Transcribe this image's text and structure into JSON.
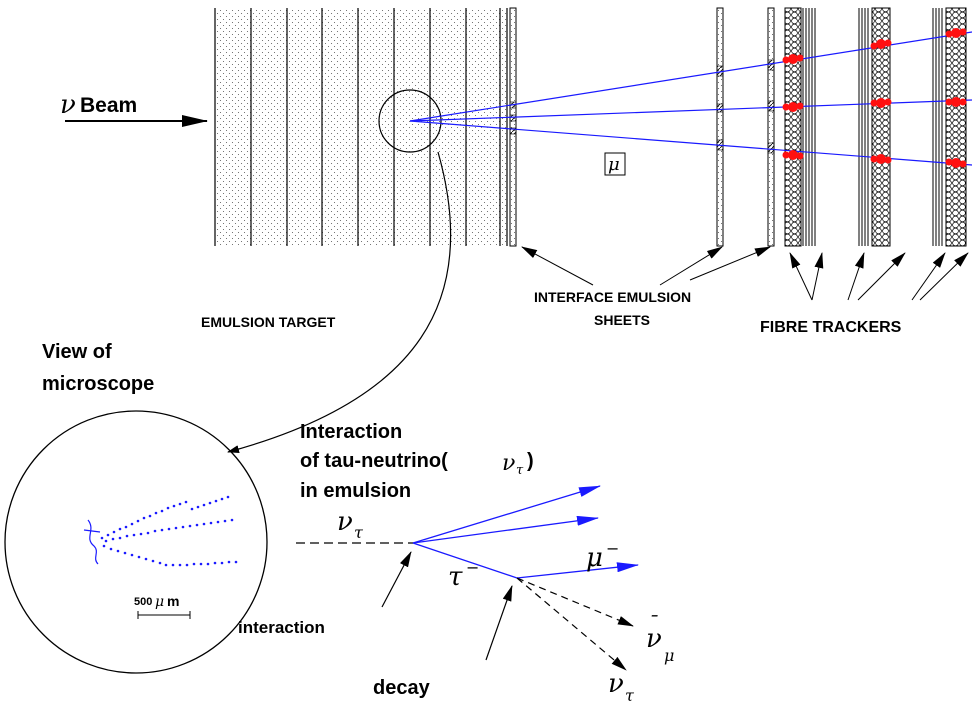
{
  "beam": {
    "symbol": "ν",
    "word": "Beam"
  },
  "muon_box": "μ",
  "labels": {
    "emulsion_target": "EMULSION TARGET",
    "interface_line1": "INTERFACE EMULSION",
    "interface_line2": "SHEETS",
    "fibre_trackers": "FIBRE TRACKERS",
    "view_line1": "View of",
    "view_line2": "microscope",
    "interaction_title_line1": "Interaction",
    "interaction_title_line2_prefix": "of tau-neutrino(",
    "interaction_title_nu": "ν",
    "interaction_title_sub": "τ",
    "interaction_title_close": ")",
    "interaction_title_line3": "in emulsion",
    "interaction": "interaction",
    "decay": "decay",
    "scale_num": "500",
    "scale_mu": "μ",
    "scale_unit": "m"
  },
  "particles": {
    "nu_tau_in": {
      "base": "ν",
      "sub": "τ"
    },
    "tau": {
      "base": "τ",
      "sup": "−"
    },
    "muon": {
      "base": "μ",
      "sup": "−"
    },
    "nu_mu_bar": {
      "base": "ν",
      "bar": "¯",
      "sub": "μ"
    },
    "nu_tau_out": {
      "base": "ν",
      "sub": "τ"
    }
  },
  "colors": {
    "track": "#1a1aff",
    "hit": "#ff1010",
    "ink": "#000000"
  }
}
